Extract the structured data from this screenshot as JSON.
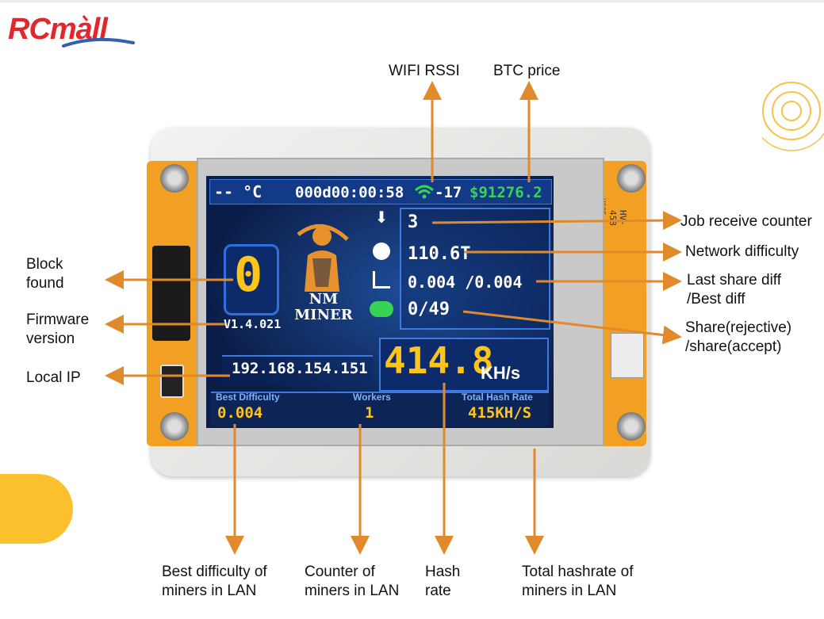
{
  "brand": {
    "logo_text": "RCmall"
  },
  "screen": {
    "temperature": "-- °C",
    "uptime": "000d00:00:58",
    "wifi_rssi": "-17",
    "btc_price": "$91276.2",
    "block_found": "0",
    "firmware": "V1.4.021",
    "miner_logo": "NM MINER",
    "local_ip": "192.168.154.151",
    "job_counter": "3",
    "network_difficulty": "110.6T",
    "share_diff": "0.004 /0.004",
    "shares": "0/49",
    "hashrate_value": "414.8",
    "hashrate_unit": "KH/s",
    "best_difficulty_label": "Best Difficulty",
    "best_difficulty_value": "0.004",
    "workers_label": "Workers",
    "workers_value": "1",
    "total_hash_label": "Total Hash Rate",
    "total_hash_value": "415KH/S"
  },
  "board": {
    "silkscreen_1": "H685",
    "silkscreen_2": "HV-458"
  },
  "annotations": {
    "wifi_rssi": "WIFI RSSI",
    "btc_price": "BTC price",
    "job_counter": "Job receive counter",
    "network_difficulty": "Network difficulty",
    "last_share_diff": "Last share diff\n/Best diff",
    "share_counts": "Share(rejective)\n/share(accept)",
    "block_found": "Block\nfound",
    "firmware_version": "Firmware\nversion",
    "local_ip": "Local IP",
    "best_difficulty_lan": "Best difficulty of\nminers in LAN",
    "counter_lan": "Counter of\nminers in LAN",
    "hash_rate": "Hash\nrate",
    "total_hashrate_lan": "Total hashrate of\nminers in LAN"
  },
  "colors": {
    "arrow": "#E08A2C",
    "lcd_yellow": "#FFC41A",
    "lcd_white": "#FFFFFF",
    "btc_green": "#39D353",
    "screen_bg": "#0B1E4A",
    "frame_orange": "#F2A024",
    "logo_red": "#E3262C"
  }
}
